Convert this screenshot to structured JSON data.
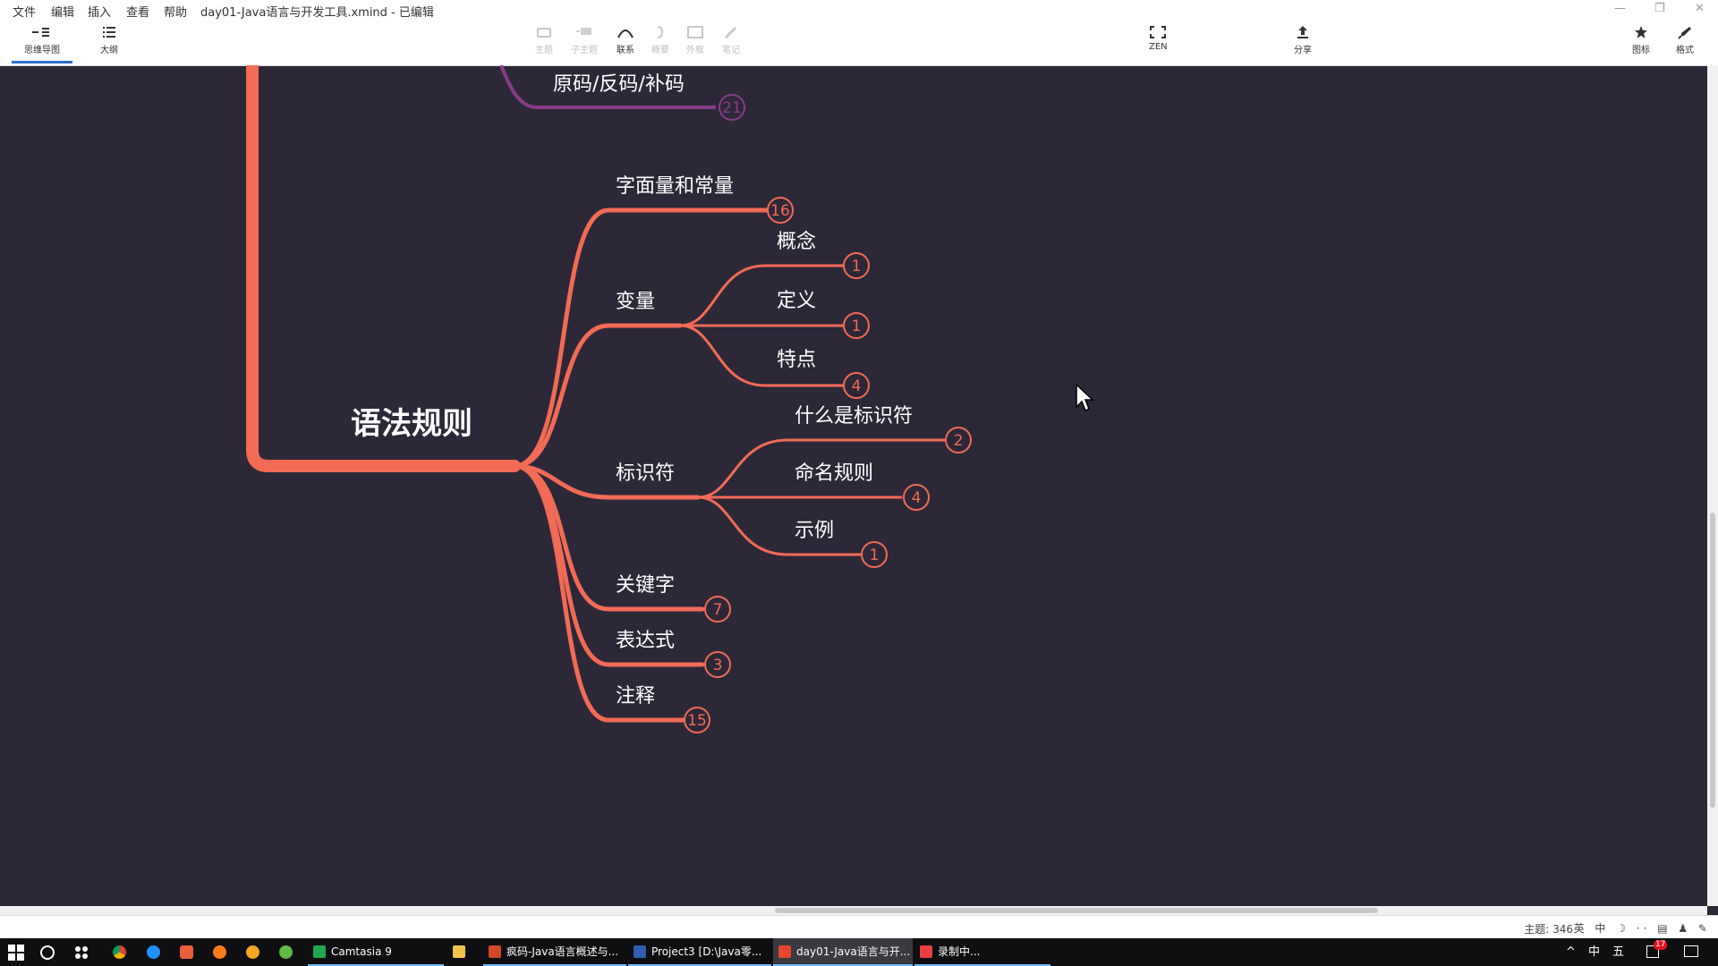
{
  "window": {
    "menu": [
      "文件",
      "编辑",
      "插入",
      "查看",
      "帮助"
    ],
    "title": "day01-Java语言与开发工具.xmind - 已编辑"
  },
  "toolbar": {
    "views": [
      {
        "label": "思维导图",
        "icon": "mindmap-icon",
        "active": true
      },
      {
        "label": "大纲",
        "icon": "outline-icon",
        "active": false
      }
    ],
    "tools": [
      {
        "label": "主题",
        "icon": "topic-icon",
        "enabled": false
      },
      {
        "label": "子主题",
        "icon": "subtopic-icon",
        "enabled": false
      },
      {
        "label": "联系",
        "icon": "relationship-icon",
        "enabled": true
      },
      {
        "label": "概要",
        "icon": "summary-icon",
        "enabled": false
      },
      {
        "label": "外框",
        "icon": "boundary-icon",
        "enabled": false
      },
      {
        "label": "笔记",
        "icon": "note-icon",
        "enabled": false
      }
    ],
    "zen": "ZEN",
    "share": "分享",
    "right": [
      {
        "label": "图标",
        "icon": "star-icon"
      },
      {
        "label": "格式",
        "icon": "brush-icon"
      }
    ]
  },
  "mindmap": {
    "root": "语法规则",
    "prev_branch": {
      "label": "原码/反码/补码",
      "count": "21",
      "color": "#8a3a8c"
    },
    "accent": "#f26b55",
    "branches": [
      {
        "label": "字面量和常量",
        "count": "16"
      },
      {
        "label": "变量",
        "children": [
          {
            "label": "概念",
            "count": "1"
          },
          {
            "label": "定义",
            "count": "1"
          },
          {
            "label": "特点",
            "count": "4"
          }
        ]
      },
      {
        "label": "标识符",
        "children": [
          {
            "label": "什么是标识符",
            "count": "2"
          },
          {
            "label": "命名规则",
            "count": "4"
          },
          {
            "label": "示例",
            "count": "1"
          }
        ]
      },
      {
        "label": "关键字",
        "count": "7"
      },
      {
        "label": "表达式",
        "count": "3"
      },
      {
        "label": "注释",
        "count": "15"
      }
    ]
  },
  "status": {
    "topics": "主题: 346",
    "ime": "英 中 ☽ ·· ▤ ♟ ✎"
  },
  "taskbar": {
    "apps": [
      {
        "label": "Camtasia 9",
        "color": "#1fa84f"
      },
      {
        "label": "",
        "color": "#f0c24b"
      },
      {
        "label": "疯码-Java语言概述与...",
        "color": "#d24726"
      },
      {
        "label": "Project3 [D:\\Java零...",
        "color": "#2f5fb3"
      },
      {
        "label": "day01-Java语言与开...",
        "color": "#e8452c"
      },
      {
        "label": "录制中...",
        "color": "#e84040"
      }
    ],
    "tray": {
      "lang": "中",
      "ime": "五",
      "badge": "17"
    }
  }
}
